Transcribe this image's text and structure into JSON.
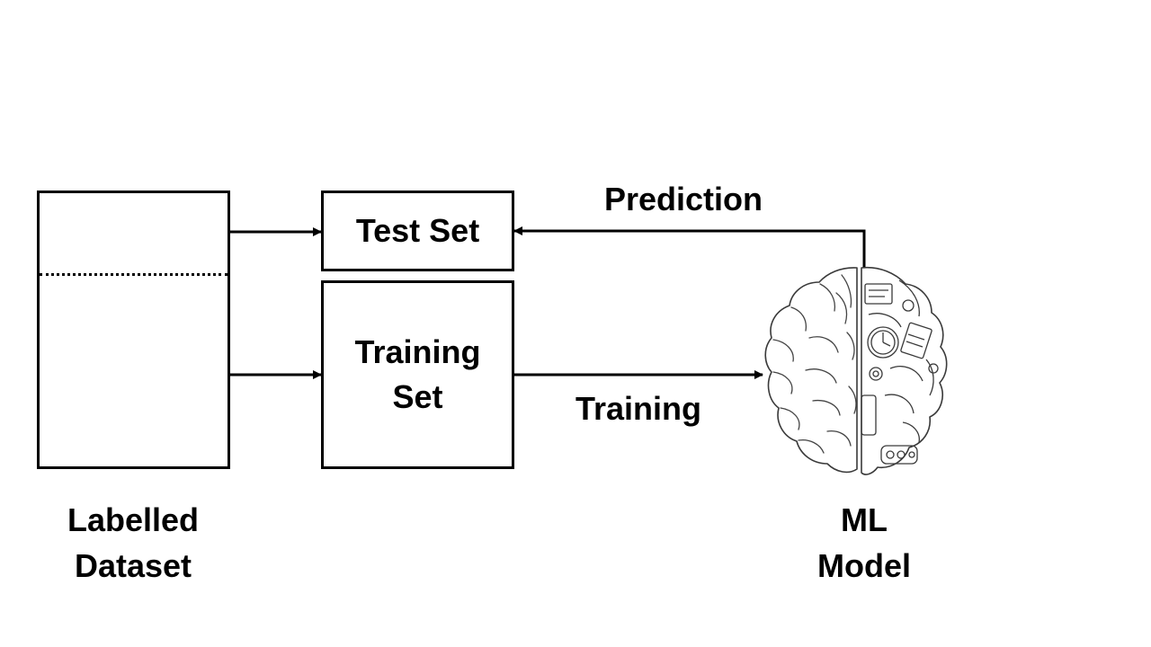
{
  "dataset": {
    "label": "Labelled\nDataset"
  },
  "test_set": {
    "label": "Test Set"
  },
  "training_set": {
    "label": "Training\nSet"
  },
  "edges": {
    "prediction_label": "Prediction",
    "training_label": "Training"
  },
  "model": {
    "label": "ML\nModel",
    "icon": "brain-gears-icon"
  },
  "colors": {
    "line": "#000000",
    "background": "#ffffff"
  }
}
